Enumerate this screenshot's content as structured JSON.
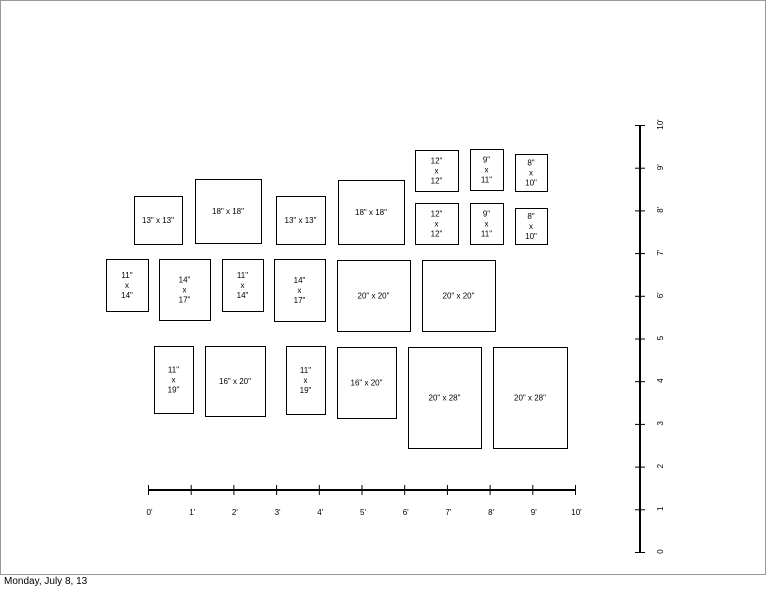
{
  "footer": {
    "date": "Monday, July 8, 13"
  },
  "diagram": {
    "x_ruler": {
      "ticks": [
        "0'",
        "1'",
        "2'",
        "3'",
        "4'",
        "5'",
        "6'",
        "7'",
        "8'",
        "9'",
        "10'"
      ]
    },
    "y_ruler": {
      "ticks": [
        "0",
        "1",
        "2",
        "3",
        "4",
        "5",
        "6'",
        "7'",
        "8'",
        "9'",
        "10'"
      ]
    },
    "frames": [
      {
        "id": "f1",
        "lines": [
          "13\" x 13\""
        ]
      },
      {
        "id": "f2",
        "lines": [
          "18\" x 18\""
        ]
      },
      {
        "id": "f3",
        "lines": [
          "13\" x 13\""
        ]
      },
      {
        "id": "f4",
        "lines": [
          "18\" x 18\""
        ]
      },
      {
        "id": "f5",
        "lines": [
          "12\"",
          "x",
          "12\""
        ]
      },
      {
        "id": "f6",
        "lines": [
          "9\"",
          "x",
          "11\""
        ]
      },
      {
        "id": "f7",
        "lines": [
          "8\"",
          "x",
          "10\""
        ]
      },
      {
        "id": "f8",
        "lines": [
          "12\"",
          "x",
          "12\""
        ]
      },
      {
        "id": "f9",
        "lines": [
          "9\"",
          "x",
          "11\""
        ]
      },
      {
        "id": "f10",
        "lines": [
          "8\"",
          "x",
          "10\""
        ]
      },
      {
        "id": "f11",
        "lines": [
          "11\"",
          "x",
          "14\""
        ]
      },
      {
        "id": "f12",
        "lines": [
          "14\"",
          "x",
          "17\""
        ]
      },
      {
        "id": "f13",
        "lines": [
          "11\"",
          "x",
          "14\""
        ]
      },
      {
        "id": "f14",
        "lines": [
          "14\"",
          "x",
          "17\""
        ]
      },
      {
        "id": "f15",
        "lines": [
          "20\" x 20\""
        ]
      },
      {
        "id": "f16",
        "lines": [
          "20\" x 20\""
        ]
      },
      {
        "id": "f17",
        "lines": [
          "11\"",
          "x",
          "19\""
        ]
      },
      {
        "id": "f18",
        "lines": [
          "16\" x 20\""
        ]
      },
      {
        "id": "f19",
        "lines": [
          "11\"",
          "x",
          "19\""
        ]
      },
      {
        "id": "f20",
        "lines": [
          "16\" x 20\""
        ]
      },
      {
        "id": "f21",
        "lines": [
          "20\" x 28\""
        ]
      },
      {
        "id": "f22",
        "lines": [
          "20\" x 28\""
        ]
      }
    ]
  }
}
